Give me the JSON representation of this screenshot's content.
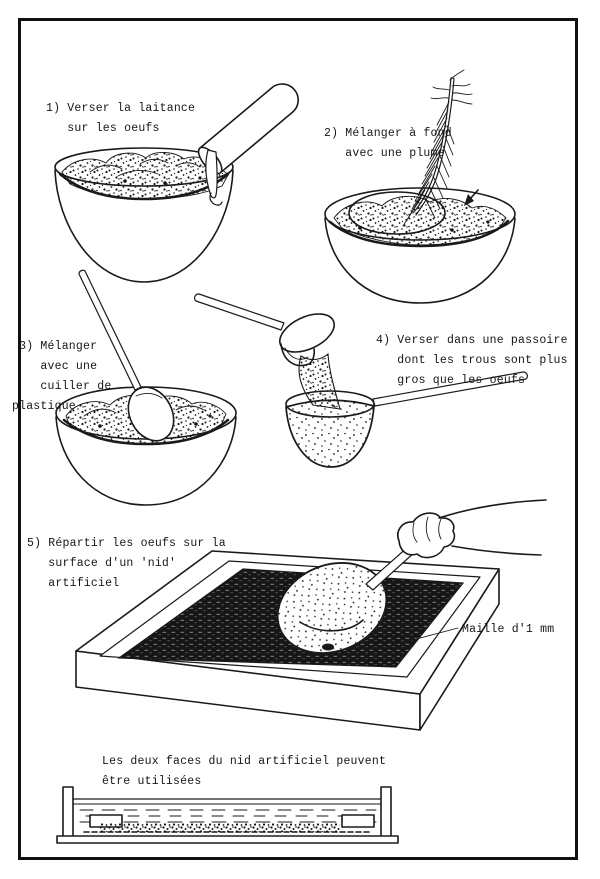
{
  "document": {
    "type": "instructional-diagram",
    "language": "fr",
    "subject": "Préparation et répartition des oeufs sur un nid artificiel"
  },
  "steps": [
    {
      "number": "1",
      "caption": "1) Verser la laitance\n   sur les oeufs"
    },
    {
      "number": "2",
      "caption": "2) Mélanger à fond\n   avec une plume"
    },
    {
      "number": "3",
      "caption": " 3) Mélanger\n    avec une\n    cuiller de\nplastique"
    },
    {
      "number": "4",
      "caption": "4) Verser dans une passoire\n   dont les trous sont plus\n   gros que les oeufs"
    },
    {
      "number": "5",
      "caption": "5) Répartir les oeufs sur la\n   surface d'un 'nid'\n   artificiel"
    }
  ],
  "annotations": {
    "mesh_label": "Maille d'1 mm",
    "footer_note": "Les deux faces du nid artificiel peuvent\nêtre utilisées"
  },
  "colors": {
    "ink": "#1a1a1a",
    "paper": "#ffffff",
    "mesh_dark": "#161616"
  }
}
